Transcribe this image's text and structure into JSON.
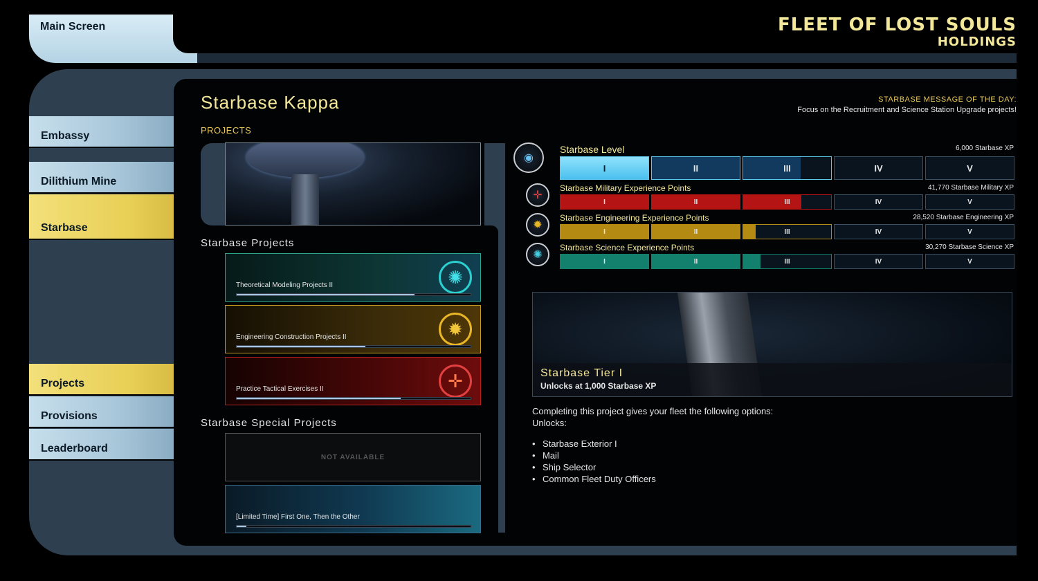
{
  "header": {
    "main_tab": "Main Screen",
    "fleet_name": "FLEET OF LOST SOULS",
    "subtitle": "HOLDINGS"
  },
  "sidebar": {
    "items": [
      {
        "label": "Embassy",
        "active": false
      },
      {
        "label": "Dilithium Mine",
        "active": false
      },
      {
        "label": "Starbase",
        "active": true
      },
      {
        "label": "Projects",
        "active": true
      },
      {
        "label": "Provisions",
        "active": false
      },
      {
        "label": "Leaderboard",
        "active": false
      }
    ]
  },
  "page": {
    "title": "Starbase Kappa",
    "projects_caption": "PROJECTS",
    "motd_heading": "STARBASE MESSAGE OF THE DAY:",
    "motd_text": "Focus on the Recruitment and Science Station Upgrade projects!"
  },
  "starbase_projects": {
    "heading": "Starbase Projects",
    "items": [
      {
        "name": "Theoretical Modeling Projects II",
        "progress": 0.76,
        "kind": "science"
      },
      {
        "name": "Engineering Construction Projects II",
        "progress": 0.55,
        "kind": "engineering"
      },
      {
        "name": "Practice Tactical Exercises II",
        "progress": 0.7,
        "kind": "tactical"
      }
    ]
  },
  "special_projects": {
    "heading": "Starbase Special Projects",
    "not_available": "NOT AVAILABLE",
    "limited": {
      "name": "[Limited Time] First One, Then the Other",
      "progress": 0.04
    }
  },
  "levels": [
    {
      "label": "Starbase Level",
      "xp": "6,000 Starbase XP",
      "color": "#5cc8ee",
      "tiers": [
        "I",
        "II",
        "III",
        "IV",
        "V"
      ],
      "fills": [
        1,
        1,
        0.65,
        0,
        0
      ]
    },
    {
      "label": "Starbase Military Experience Points",
      "xp": "41,770 Starbase Military XP",
      "color": "#b51414",
      "tiers": [
        "I",
        "II",
        "III",
        "IV",
        "V"
      ],
      "fills": [
        1,
        1,
        0.66,
        0,
        0
      ]
    },
    {
      "label": "Starbase Engineering Experience Points",
      "xp": "28,520 Starbase Engineering XP",
      "color": "#b58a12",
      "tiers": [
        "I",
        "II",
        "III",
        "IV",
        "V"
      ],
      "fills": [
        1,
        1,
        0.14,
        0,
        0
      ]
    },
    {
      "label": "Starbase Science Experience Points",
      "xp": "30,270 Starbase Science XP",
      "color": "#13806e",
      "tiers": [
        "I",
        "II",
        "III",
        "IV",
        "V"
      ],
      "fills": [
        1,
        1,
        0.2,
        0,
        0
      ]
    }
  ],
  "tier_preview": {
    "title": "Starbase Tier I",
    "subtitle": "Unlocks at 1,000 Starbase XP",
    "description": "Completing this project gives your fleet the following options:",
    "unlocks_label": "Unlocks:",
    "unlocks": [
      "Starbase Exterior I",
      "Mail",
      "Ship Selector",
      "Common Fleet Duty Officers"
    ]
  },
  "icons": {
    "science": "science-emblem-icon",
    "engineering": "engineering-emblem-icon",
    "tactical": "tactical-emblem-icon",
    "starbase": "starbase-emblem-icon"
  }
}
